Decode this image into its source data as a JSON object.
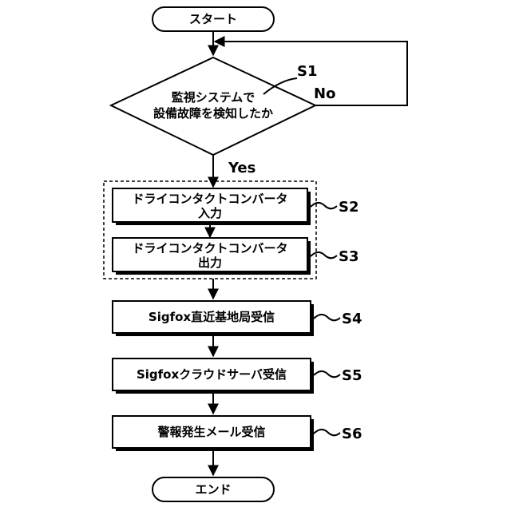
{
  "terminals": {
    "start": "スタート",
    "end": "エンド"
  },
  "decision": {
    "line1": "監視システムで",
    "line2": "設備故障を検知したか",
    "tag": "S1",
    "no": "No",
    "yes": "Yes"
  },
  "steps": [
    {
      "line1": "ドライコンタクトコンバータ",
      "line2": "入力",
      "tag": "S2"
    },
    {
      "line1": "ドライコンタクトコンバータ",
      "line2": "出力",
      "tag": "S3"
    },
    {
      "line1": "Sigfox直近基地局受信",
      "tag": "S4"
    },
    {
      "line1": "Sigfoxクラウドサーバ受信",
      "tag": "S5"
    },
    {
      "line1": "警報発生メール受信",
      "tag": "S6"
    }
  ]
}
